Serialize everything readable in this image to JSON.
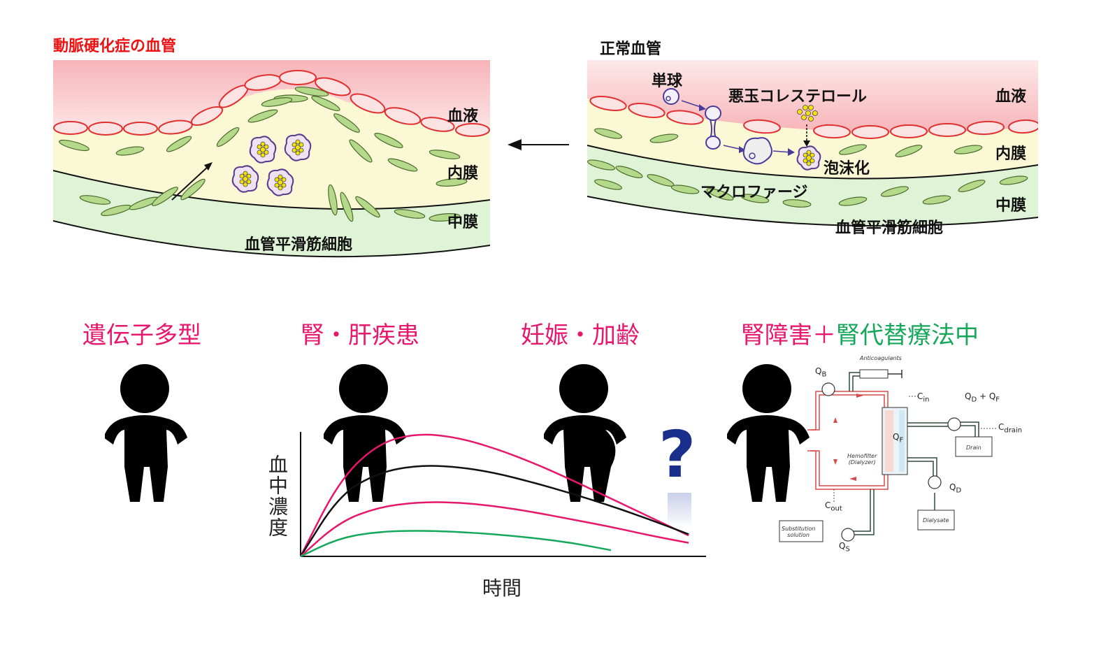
{
  "top_left": {
    "title": "動脈硬化症の血管",
    "layer_blood": "血液",
    "layer_intima": "内膜",
    "layer_media": "中膜",
    "smc_label": "血管平滑筋細胞"
  },
  "top_right": {
    "title": "正常血管",
    "monocyte": "単球",
    "ldl": "悪玉コレステロール",
    "layer_blood": "血液",
    "foam": "泡沫化",
    "layer_intima": "内膜",
    "macrophage": "マクロファージ",
    "layer_media": "中膜",
    "smc_label": "血管平滑筋細胞"
  },
  "conditions": {
    "c1": "遺伝子多型",
    "c2": "腎・肝疾患",
    "c3": "妊娠・加齢",
    "c4a": "腎障害＋",
    "c4b": "腎代替療法中"
  },
  "question_mark": "?",
  "chart_data": {
    "type": "line",
    "xlabel": "時間",
    "ylabel": "血中濃度",
    "series": [
      {
        "color": "#e6176d",
        "x": [
          0,
          0.1,
          0.2,
          0.3,
          0.4,
          0.5,
          0.6,
          0.7,
          0.8,
          0.9,
          1.0
        ],
        "values": [
          0,
          0.62,
          0.92,
          1.0,
          0.97,
          0.88,
          0.76,
          0.62,
          0.47,
          0.32,
          0.17
        ]
      },
      {
        "color": "#111111",
        "x": [
          0,
          0.1,
          0.2,
          0.3,
          0.4,
          0.5,
          0.6,
          0.7,
          0.8,
          0.9,
          1.0
        ],
        "values": [
          0,
          0.5,
          0.68,
          0.74,
          0.73,
          0.68,
          0.6,
          0.51,
          0.41,
          0.3,
          0.18
        ]
      },
      {
        "color": "#e6176d",
        "x": [
          0,
          0.1,
          0.2,
          0.3,
          0.4,
          0.5,
          0.6,
          0.7,
          0.8,
          0.9,
          1.0
        ],
        "values": [
          0,
          0.28,
          0.4,
          0.44,
          0.44,
          0.41,
          0.36,
          0.3,
          0.24,
          0.17,
          0.11
        ]
      },
      {
        "color": "#16a85a",
        "x": [
          0,
          0.1,
          0.2,
          0.3,
          0.4,
          0.5,
          0.6,
          0.7,
          0.8
        ],
        "values": [
          0,
          0.15,
          0.2,
          0.21,
          0.2,
          0.18,
          0.15,
          0.11,
          0.05
        ]
      }
    ]
  },
  "schematic": {
    "anticoagulants": "Anticoagulants",
    "qb": "Q",
    "qb_sub": "B",
    "cin": "C",
    "cin_sub": "in",
    "qdqf_a": "Q",
    "qdqf_a_sub": "D",
    "qdqf_plus": " + Q",
    "qdqf_b_sub": "F",
    "cdrain": "C",
    "cdrain_sub": "drain",
    "qf": "Q",
    "qf_sub": "F",
    "drain": "Drain",
    "hemofilter1": "Hemofilter",
    "hemofilter2": "(Dialyzer)",
    "qd": "Q",
    "qd_sub": "D",
    "cout": "C",
    "cout_sub": "out",
    "dialysate": "Dialysate",
    "subst1": "Substitution",
    "subst2": "solution",
    "qs": "Q",
    "qs_sub": "S"
  }
}
